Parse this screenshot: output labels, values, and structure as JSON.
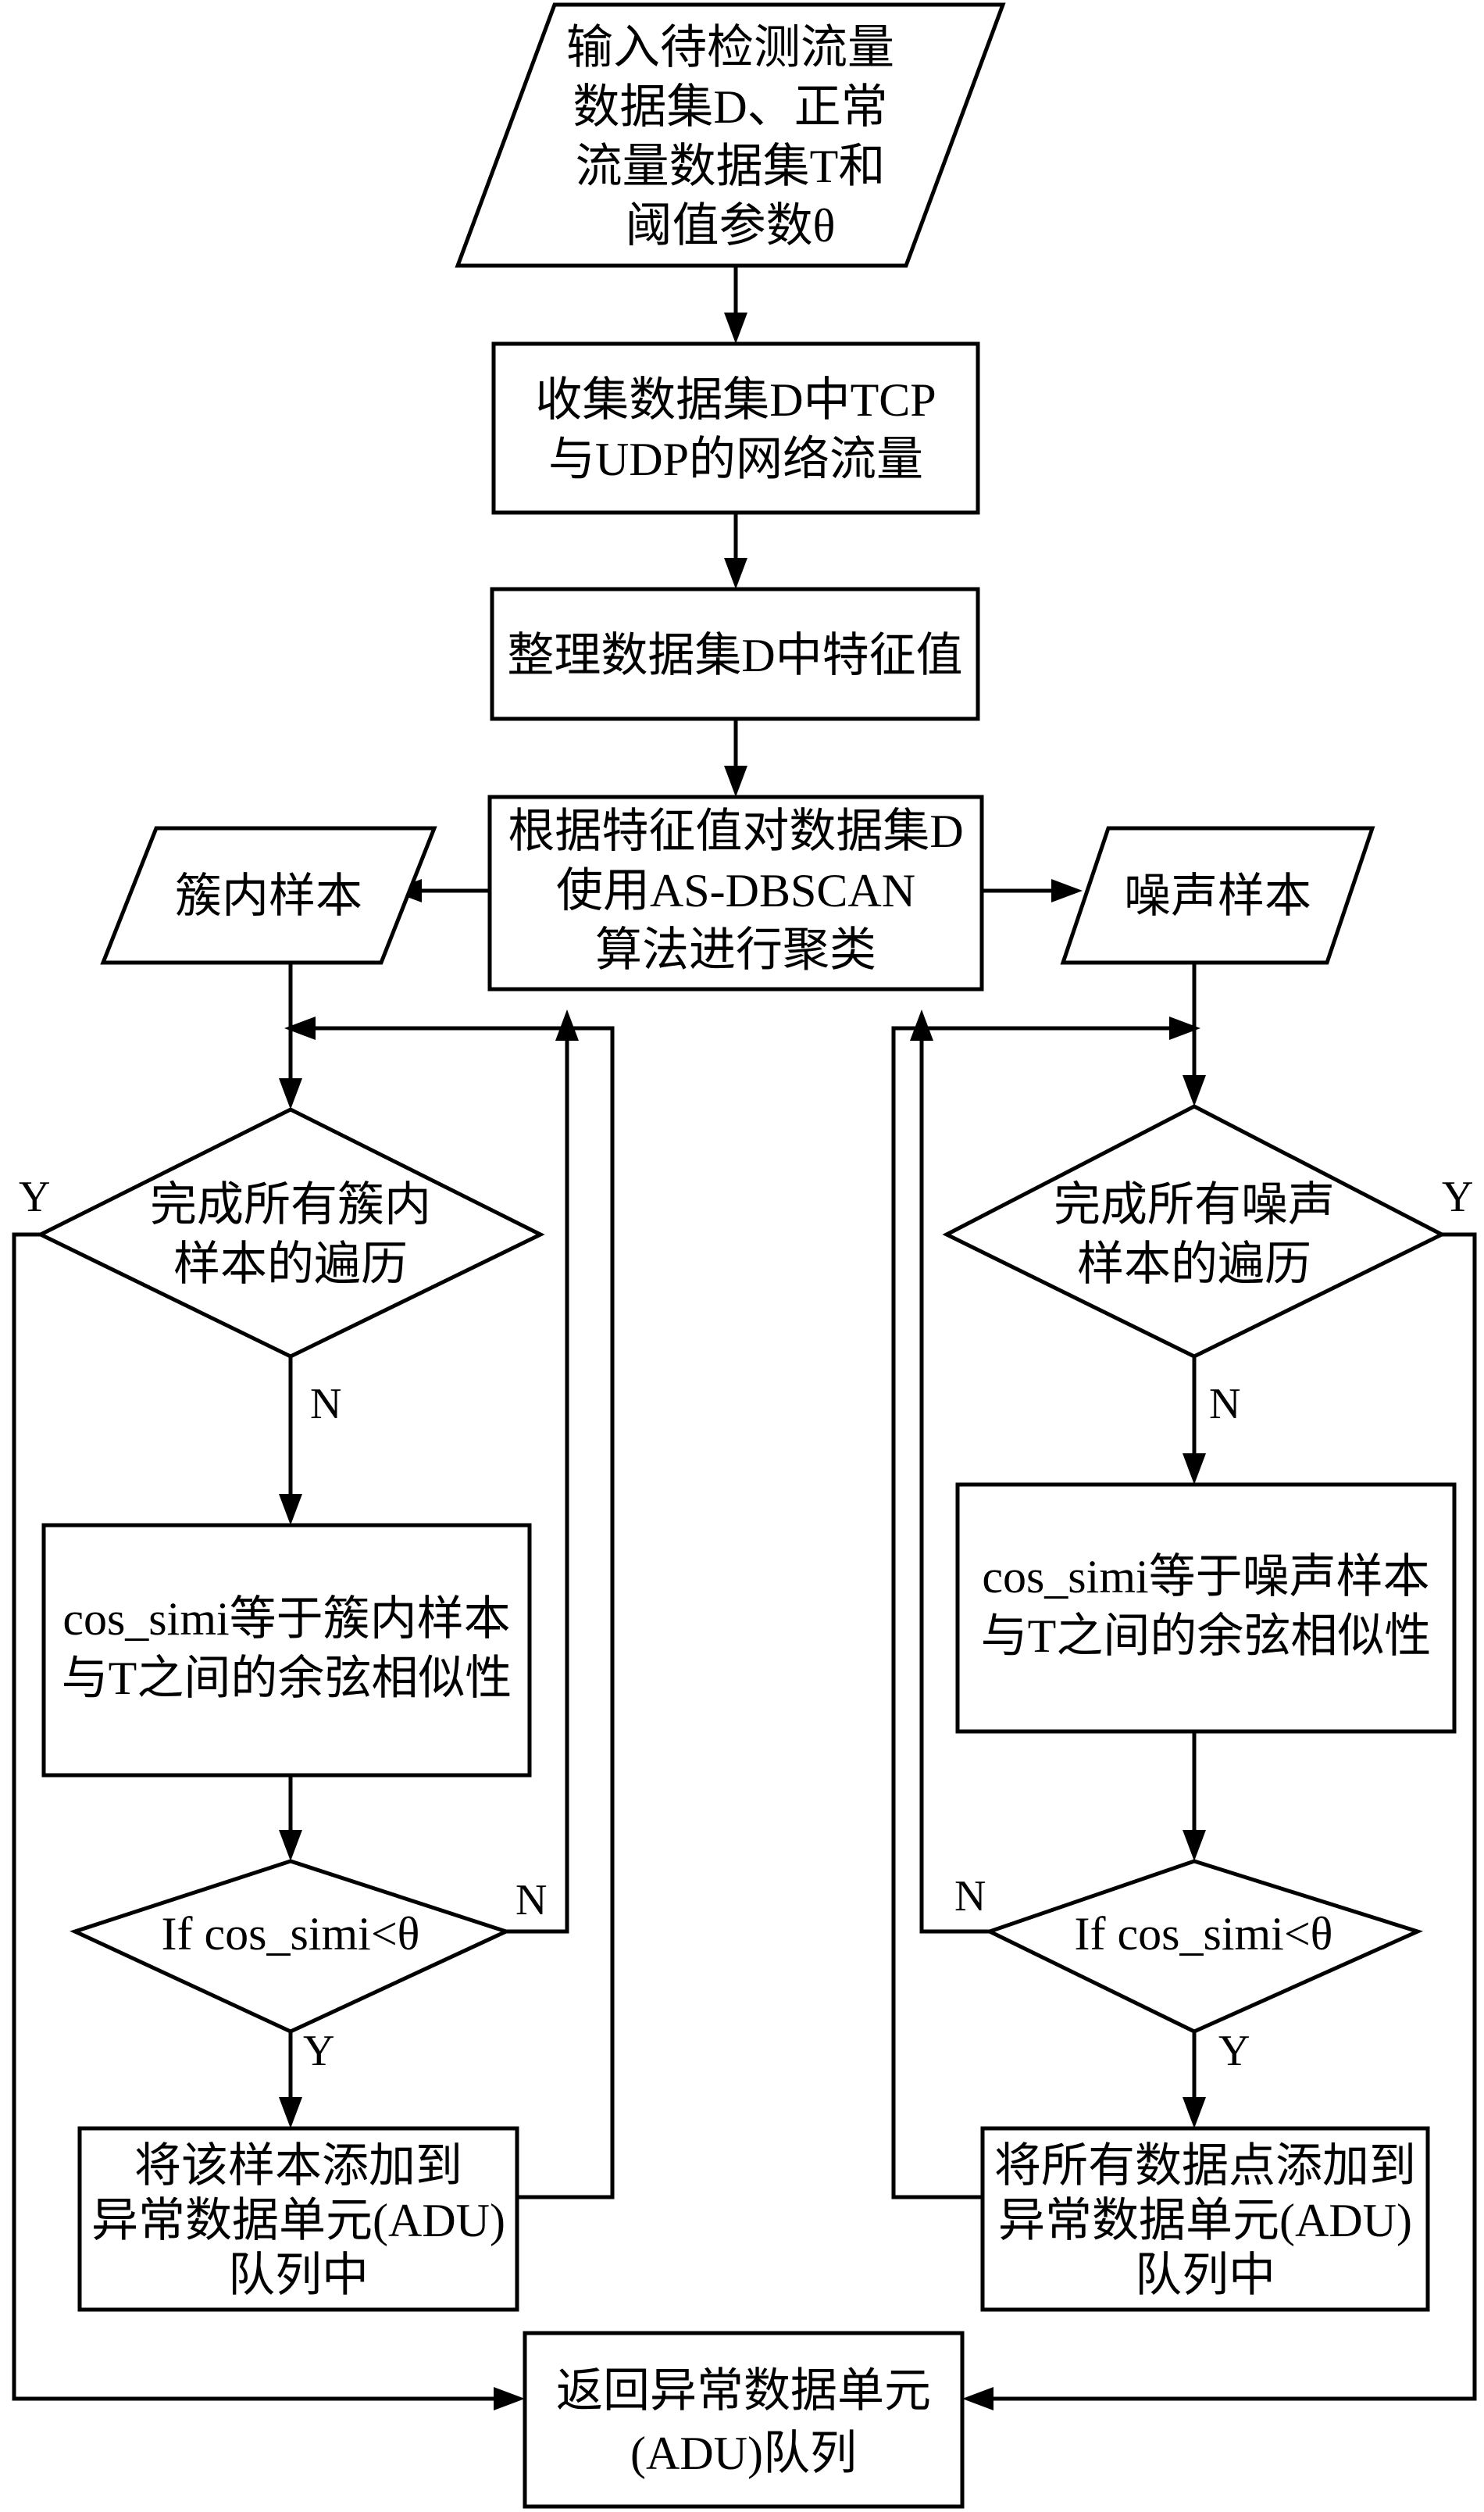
{
  "colors": {
    "background": "#ffffff",
    "stroke": "#000000",
    "text": "#000000"
  },
  "nodes": {
    "input": {
      "shape": "parallelogram",
      "lines": [
        "输入待检测流量",
        "数据集D、正常",
        "流量数据集T和",
        "阈值参数θ"
      ]
    },
    "collect": {
      "shape": "rectangle",
      "lines": [
        "收集数据集D中TCP",
        "与UDP的网络流量"
      ]
    },
    "organize": {
      "shape": "rectangle",
      "lines": [
        "整理数据集D中特征值"
      ]
    },
    "cluster": {
      "shape": "rectangle",
      "lines": [
        "根据特征值对数据集D",
        "使用AS-DBSCAN",
        "算法进行聚类"
      ]
    },
    "in_cluster_samples": {
      "shape": "parallelogram",
      "lines": [
        "簇内样本"
      ]
    },
    "noise_samples": {
      "shape": "parallelogram",
      "lines": [
        "噪声样本"
      ]
    },
    "left_traverse_check": {
      "shape": "diamond",
      "lines": [
        "完成所有簇内",
        "样本的遍历"
      ]
    },
    "right_traverse_check": {
      "shape": "diamond",
      "lines": [
        "完成所有噪声",
        "样本的遍历"
      ]
    },
    "left_cos_simi": {
      "shape": "rectangle",
      "lines": [
        "cos_simi等于簇内样本",
        "与T之间的余弦相似性"
      ]
    },
    "right_cos_simi": {
      "shape": "rectangle",
      "lines": [
        "cos_simi等于噪声样本",
        "与T之间的余弦相似性"
      ]
    },
    "left_threshold_check": {
      "shape": "diamond",
      "lines": [
        "If cos_simi<θ"
      ]
    },
    "right_threshold_check": {
      "shape": "diamond",
      "lines": [
        "If cos_simi<θ"
      ]
    },
    "left_add": {
      "shape": "rectangle",
      "lines": [
        "将该样本添加到",
        "异常数据单元(ADU)",
        "队列中"
      ]
    },
    "right_add": {
      "shape": "rectangle",
      "lines": [
        "将所有数据点添加到",
        "异常数据单元(ADU)",
        "队列中"
      ]
    },
    "return_queue": {
      "shape": "rectangle",
      "lines": [
        "返回异常数据单元",
        "(ADU)队列"
      ]
    }
  },
  "edge_labels": {
    "left_traverse_yes": "Y",
    "left_traverse_no": "N",
    "left_threshold_no": "N",
    "left_threshold_yes": "Y",
    "right_traverse_yes": "Y",
    "right_traverse_no": "N",
    "right_threshold_no": "N",
    "right_threshold_yes": "Y"
  }
}
